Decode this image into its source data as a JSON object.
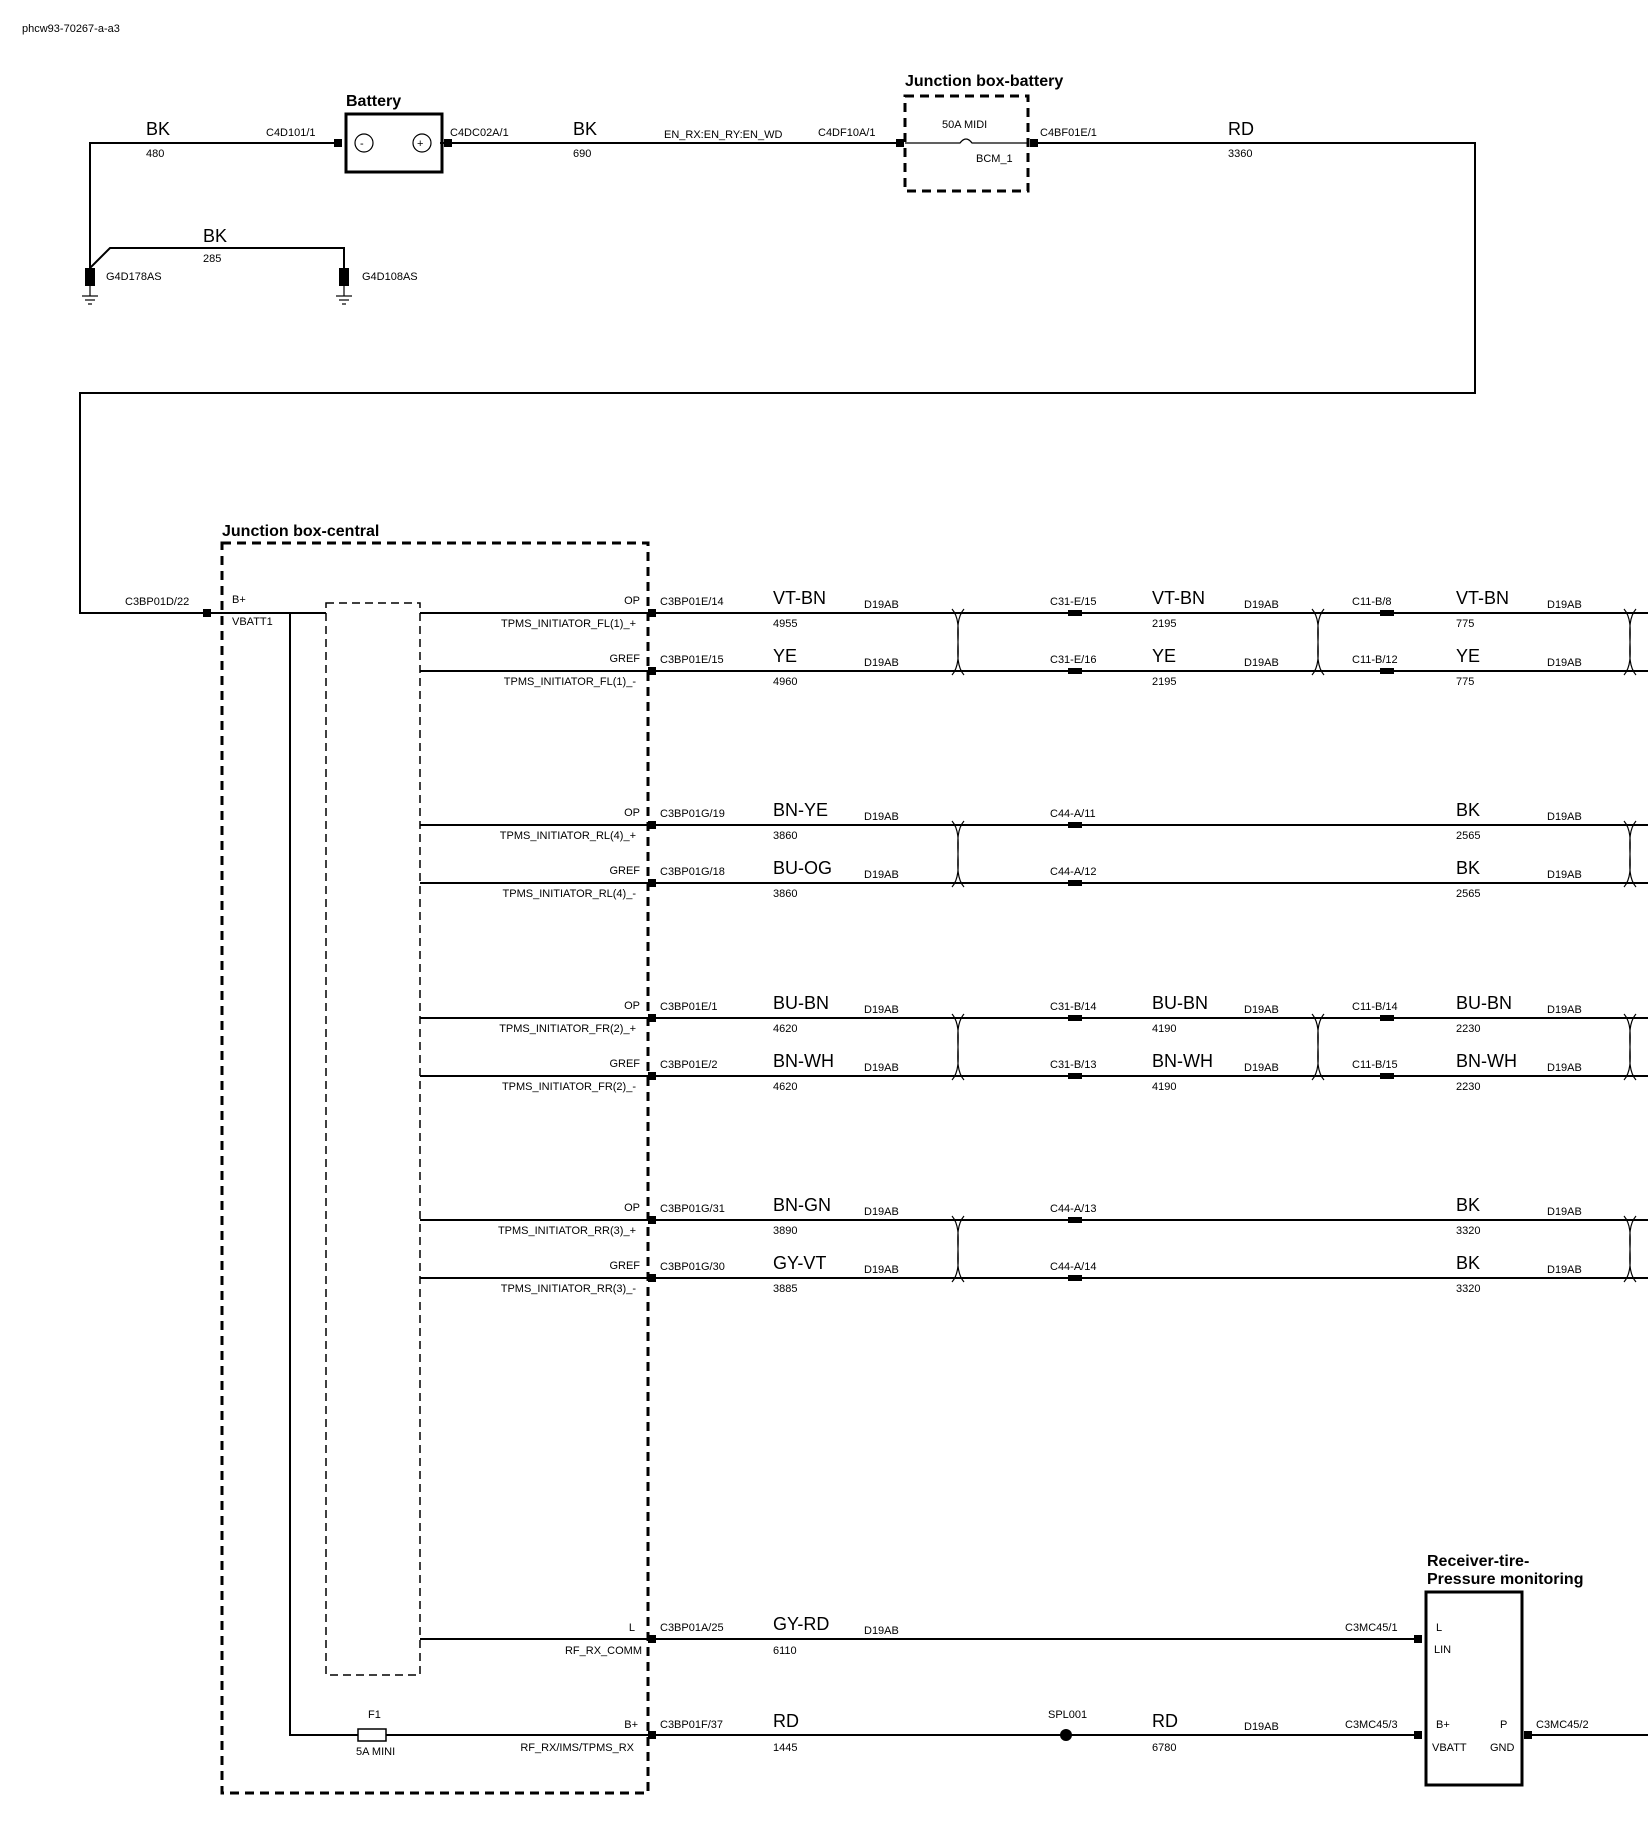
{
  "doc_id": "phcw93-70267-a-a3",
  "components": {
    "battery": "Battery",
    "jb_battery": "Junction box-battery",
    "jb_central": "Junction box-central",
    "receiver": "Receiver-tire-\nPressure monitoring"
  },
  "battery_circuit": {
    "left_wire_color": "BK",
    "left_wire_len": "480",
    "c4d101": "C4D101/1",
    "c4dc02a": "C4DC02A/1",
    "mid_wire_color": "BK",
    "mid_wire_len": "690",
    "signal_label": "EN_RX:EN_RY:EN_WD",
    "c4df10a": "C4DF10A/1",
    "fuse_label": "50A MIDI",
    "bcm_label": "BCM_1",
    "c4bf01e": "C4BF01E/1",
    "right_wire_color": "RD",
    "right_wire_len": "3360",
    "ground_wire_color": "BK",
    "ground_wire_len": "285",
    "ground1": "G4D178AS",
    "ground2": "G4D108AS",
    "minus_sign": "-",
    "plus_sign": "+"
  },
  "central": {
    "input_connector": "C3BP01D/22",
    "bplus": "B+",
    "vbatt1": "VBATT1",
    "fuse_name": "F1",
    "fuse_rating": "5A MINI"
  },
  "signal_rows": [
    {
      "pin": "OP",
      "signal": "TPMS_INITIATOR_FL(1)_+",
      "conn": "C3BP01E/14",
      "color1": "VT-BN",
      "len1": "4955",
      "harness1": "D19AB",
      "mid_conn": "C31-E/15",
      "color2": "VT-BN",
      "len2": "2195",
      "harness2": "D19AB",
      "end_conn": "C11-B/8",
      "color3": "VT-BN",
      "len3": "775",
      "harness3": "D19AB"
    },
    {
      "pin": "GREF",
      "signal": "TPMS_INITIATOR_FL(1)_-",
      "conn": "C3BP01E/15",
      "color1": "YE",
      "len1": "4960",
      "harness1": "D19AB",
      "mid_conn": "C31-E/16",
      "color2": "YE",
      "len2": "2195",
      "harness2": "D19AB",
      "end_conn": "C11-B/12",
      "color3": "YE",
      "len3": "775",
      "harness3": "D19AB"
    },
    {
      "pin": "OP",
      "signal": "TPMS_INITIATOR_RL(4)_+",
      "conn": "C3BP01G/19",
      "color1": "BN-YE",
      "len1": "3860",
      "harness1": "D19AB",
      "mid_conn": "C44-A/11",
      "color3": "BK",
      "len3": "2565",
      "harness3": "D19AB"
    },
    {
      "pin": "GREF",
      "signal": "TPMS_INITIATOR_RL(4)_-",
      "conn": "C3BP01G/18",
      "color1": "BU-OG",
      "len1": "3860",
      "harness1": "D19AB",
      "mid_conn": "C44-A/12",
      "color3": "BK",
      "len3": "2565",
      "harness3": "D19AB"
    },
    {
      "pin": "OP",
      "signal": "TPMS_INITIATOR_FR(2)_+",
      "conn": "C3BP01E/1",
      "color1": "BU-BN",
      "len1": "4620",
      "harness1": "D19AB",
      "mid_conn": "C31-B/14",
      "color2": "BU-BN",
      "len2": "4190",
      "harness2": "D19AB",
      "end_conn": "C11-B/14",
      "color3": "BU-BN",
      "len3": "2230",
      "harness3": "D19AB"
    },
    {
      "pin": "GREF",
      "signal": "TPMS_INITIATOR_FR(2)_-",
      "conn": "C3BP01E/2",
      "color1": "BN-WH",
      "len1": "4620",
      "harness1": "D19AB",
      "mid_conn": "C31-B/13",
      "color2": "BN-WH",
      "len2": "4190",
      "harness2": "D19AB",
      "end_conn": "C11-B/15",
      "color3": "BN-WH",
      "len3": "2230",
      "harness3": "D19AB"
    },
    {
      "pin": "OP",
      "signal": "TPMS_INITIATOR_RR(3)_+",
      "conn": "C3BP01G/31",
      "color1": "BN-GN",
      "len1": "3890",
      "harness1": "D19AB",
      "mid_conn": "C44-A/13",
      "color3": "BK",
      "len3": "3320",
      "harness3": "D19AB"
    },
    {
      "pin": "GREF",
      "signal": "TPMS_INITIATOR_RR(3)_-",
      "conn": "C3BP01G/30",
      "color1": "GY-VT",
      "len1": "3885",
      "harness1": "D19AB",
      "mid_conn": "C44-A/14",
      "color3": "BK",
      "len3": "3320",
      "harness3": "D19AB"
    }
  ],
  "lin_row": {
    "pin": "L",
    "signal": "RF_RX_COMM",
    "conn": "C3BP01A/25",
    "color": "GY-RD",
    "len": "6110",
    "harness": "D19AB",
    "rx_conn": "C3MC45/1",
    "rx_pin": "L",
    "rx_pin_name": "LIN"
  },
  "power_row": {
    "pin": "B+",
    "signal": "RF_RX/IMS/TPMS_RX",
    "conn": "C3BP01F/37",
    "color1": "RD",
    "len1": "1445",
    "splice": "SPL001",
    "color2": "RD",
    "len2": "6780",
    "harness2": "D19AB",
    "rx_conn": "C3MC45/3",
    "rx_pin": "B+",
    "rx_pin_name": "VBATT",
    "gnd_pin": "P",
    "gnd_pin_name": "GND",
    "gnd_conn": "C3MC45/2"
  }
}
